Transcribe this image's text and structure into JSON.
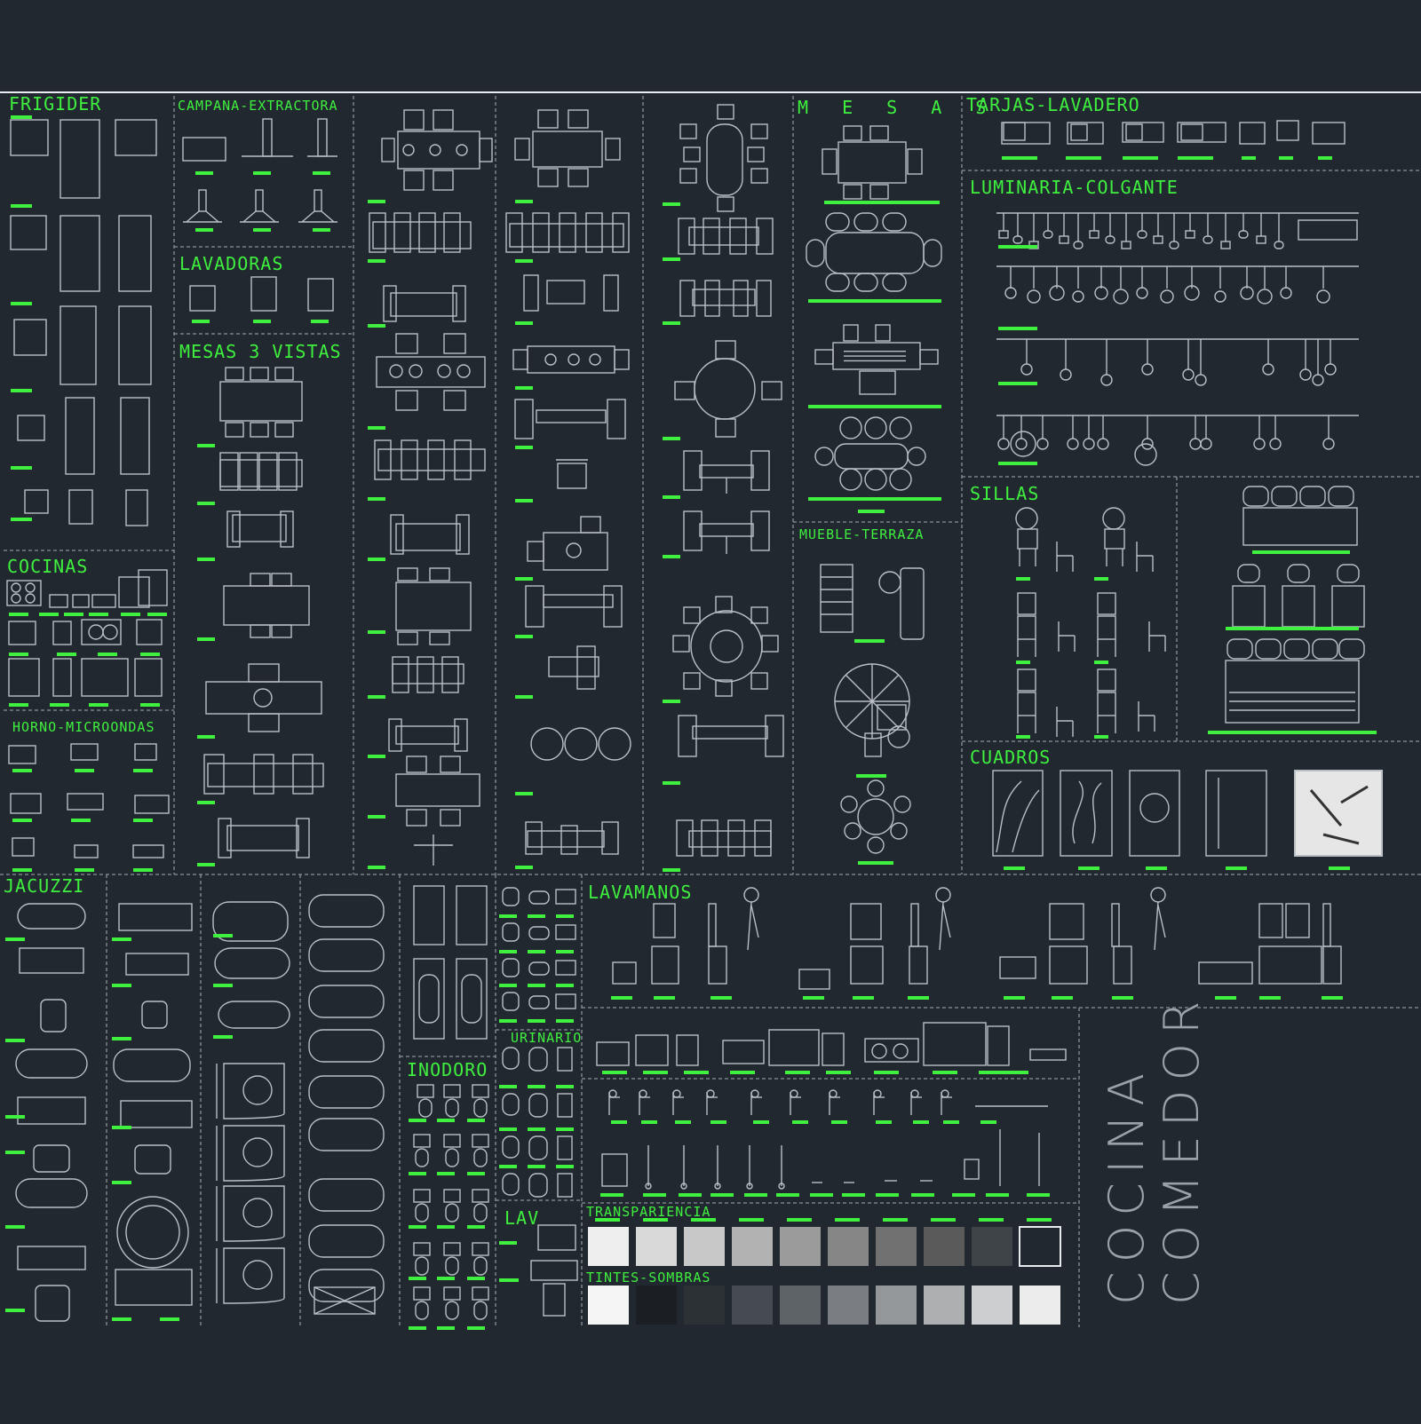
{
  "colors": {
    "background": "#212830",
    "label": "#3ff03f",
    "stroke": "#b9c0c6",
    "divider": "#8a9299",
    "frame": "#e8ecef"
  },
  "sections": {
    "frigider": "FRIGIDER",
    "campana": "CAMPANA-EXTRACTORA",
    "lavadoras": "LAVADORAS",
    "mesas3": "MESAS 3 VISTAS",
    "mesas": "M E S A S",
    "tarjas": "TARJAS-LAVADERO",
    "luminaria": "LUMINARIA-COLGANTE",
    "sillas": "SILLAS",
    "mueble": "MUEBLE-TERRAZA",
    "cocinas": "COCINAS",
    "horno": "HORNO-MICROONDAS",
    "cuadros": "CUADROS",
    "jacuzzi": "JACUZZI",
    "lavamanos": "LAVAMANOS",
    "urinario": "URINARIO",
    "inodoro": "INODORO",
    "lav": "LAV",
    "transparencia": "TRANSPARIENCIA",
    "tintes": "TINTES-SOMBRAS"
  },
  "title": {
    "line1": "COCINA",
    "line2": "COMEDOR"
  },
  "swatches": {
    "transparencia": [
      "#eeeeee",
      "#d9d9d9",
      "#c8c8c8",
      "#b2b2b2",
      "#9b9b9b",
      "#868686",
      "#717171",
      "#5a5a5a",
      "#3f4449",
      "#212830"
    ],
    "tintes": [
      "#f5f5f5",
      "#1b1f23",
      "#2c3136",
      "#454b51",
      "#5e6368",
      "#7a7e82",
      "#94979a",
      "#adafb1",
      "#cdcecf",
      "#ececec"
    ]
  }
}
